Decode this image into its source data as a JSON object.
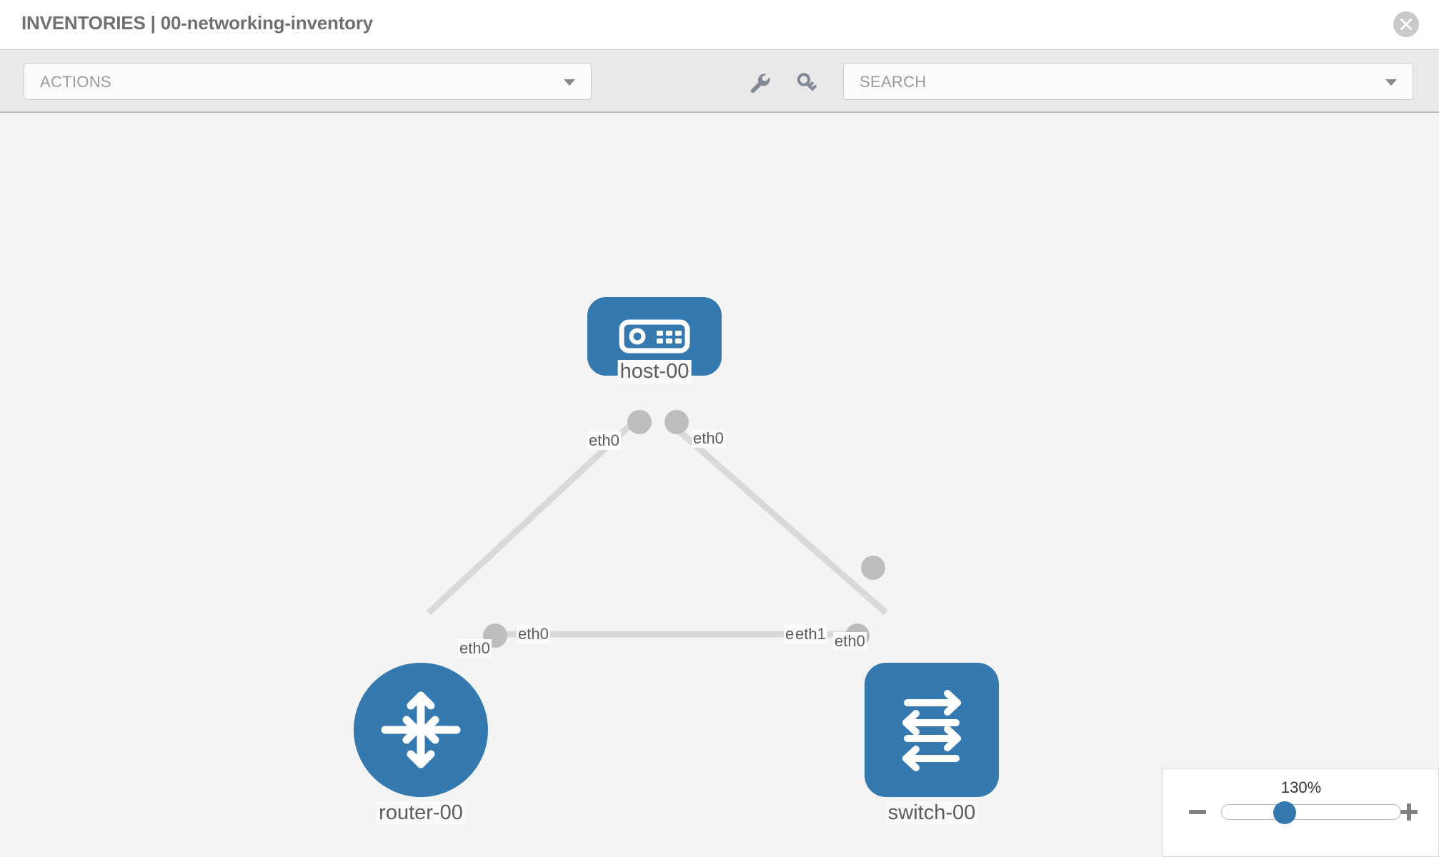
{
  "header": {
    "title": "INVENTORIES | 00-networking-inventory",
    "close_icon": "close-circle-icon"
  },
  "toolbar": {
    "actions_label": "ACTIONS",
    "actions_caret": "chevron-down-icon",
    "wrench_icon": "wrench-icon",
    "key_icon": "key-icon",
    "search_placeholder": "SEARCH",
    "search_caret": "chevron-down-icon"
  },
  "topology": {
    "nodes": [
      {
        "id": "host-00",
        "label": "host-00",
        "type": "host",
        "icon": "server-icon"
      },
      {
        "id": "router-00",
        "label": "router-00",
        "type": "router",
        "icon": "router-arrows-icon"
      },
      {
        "id": "switch-00",
        "label": "switch-00",
        "type": "switch",
        "icon": "switch-arrows-icon"
      }
    ],
    "links": [
      {
        "from": "host-00",
        "from_port": "eth0",
        "to": "router-00",
        "to_port": "eth0"
      },
      {
        "from": "host-00",
        "from_port": "eth0",
        "to": "switch-00",
        "to_port": "eth0"
      },
      {
        "from": "router-00",
        "from_port": "eth0",
        "to": "switch-00",
        "to_port": "eth1"
      }
    ],
    "port_labels": {
      "host_left": "eth0",
      "host_right": "eth0",
      "router_up": "eth0",
      "switch_up": "eth0",
      "router_right": "eth0",
      "switch_left_hidden": "eth0",
      "switch_left": "eth1"
    },
    "colors": {
      "node_blue": "#3479b0",
      "edge_grey": "#d9d9d9",
      "endpoint_grey": "#bdbdbd",
      "canvas_bg": "#f4f4f4"
    }
  },
  "zoom_control": {
    "value": "130%",
    "minus_icon": "minus-icon",
    "plus_icon": "plus-icon",
    "thumb": "slider-thumb"
  }
}
